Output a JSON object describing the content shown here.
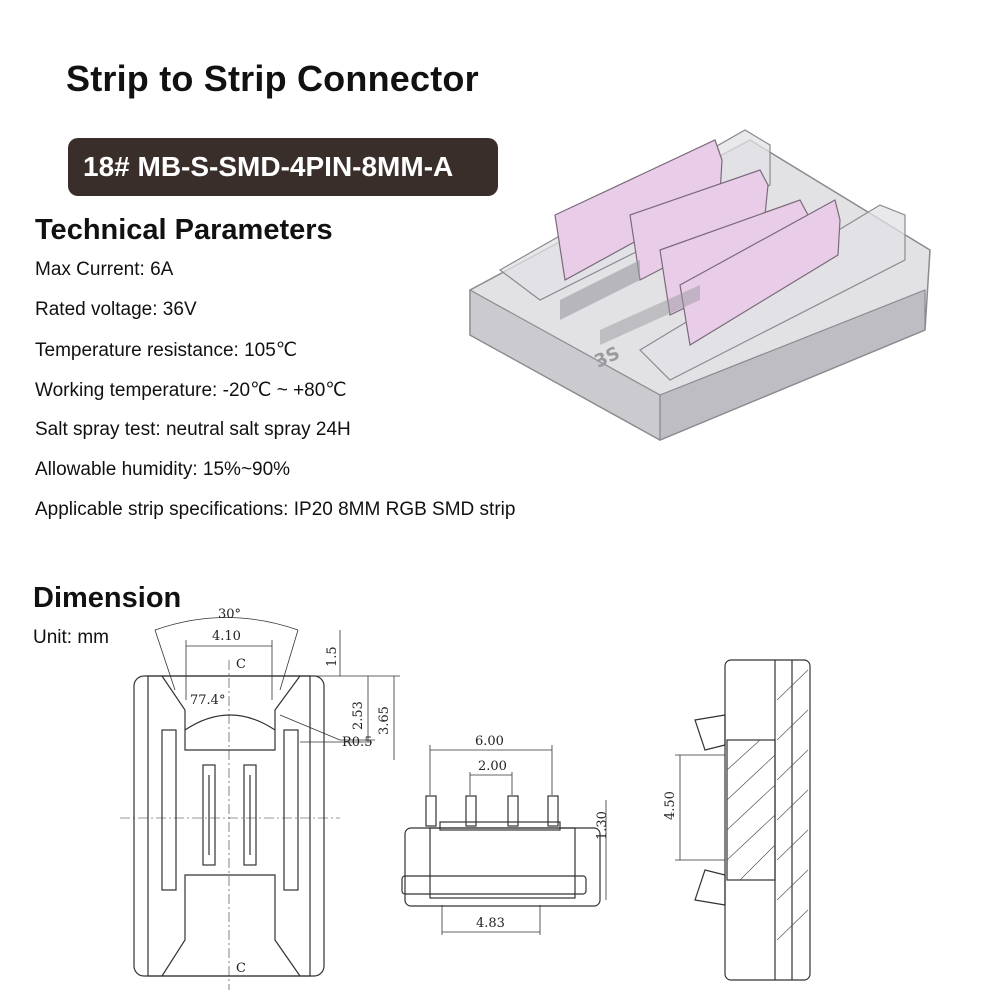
{
  "title": "Strip to Strip Connector",
  "model": "18# MB-S-SMD-4PIN-8MM-A",
  "tech_heading": "Technical Parameters",
  "params": [
    "Max Current: 6A",
    "Rated voltage: 36V",
    "Temperature resistance: 105℃",
    "Working temperature: -20℃ ~ +80℃",
    "Salt spray test: neutral salt spray 24H",
    "Allowable humidity: 15%~90%",
    "Applicable strip specifications: IP20 8MM RGB SMD strip"
  ],
  "dim_heading": "Dimension",
  "unit": "Unit: mm",
  "logo": "3S",
  "drawing": {
    "angle_top": "30°",
    "width_top": "4.10",
    "angle_inner": "77.4°",
    "center_mark": "C",
    "d_1_5": "1.5",
    "d_2_53": "2.53",
    "d_3_65": "3.65",
    "radius": "R0.5",
    "d_6_00": "6.00",
    "d_2_00": "2.00",
    "d_1_30": "1.30",
    "d_4_83": "4.83",
    "d_4_50": "4.50"
  },
  "colors": {
    "model_bg": "#3a2e2a",
    "pin_pink": "#e9cde8",
    "body_gray": "#cfcfd3"
  }
}
